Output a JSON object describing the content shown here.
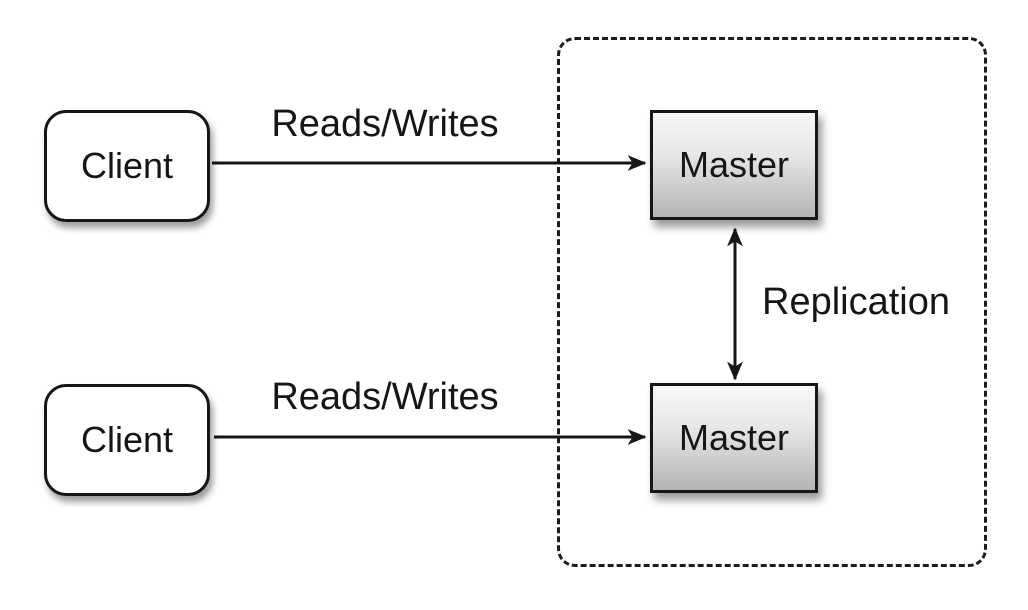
{
  "diagram": {
    "type": "architecture-diagram",
    "nodes": {
      "client_top": {
        "label": "Client"
      },
      "client_bottom": {
        "label": "Client"
      },
      "master_top": {
        "label": "Master"
      },
      "master_bottom": {
        "label": "Master"
      }
    },
    "edges": {
      "reads_writes_top": {
        "label": "Reads/Writes",
        "from": "client_top",
        "to": "master_top",
        "style": "arrow"
      },
      "reads_writes_bottom": {
        "label": "Reads/Writes",
        "from": "client_bottom",
        "to": "master_bottom",
        "style": "arrow"
      },
      "replication": {
        "label": "Replication",
        "from": "master_top",
        "to": "master_bottom",
        "style": "double-arrow"
      }
    },
    "groups": {
      "master_cluster": {
        "style": "dashed-rounded-border",
        "contains": [
          "master_top",
          "master_bottom"
        ]
      }
    },
    "colors": {
      "background": "#ffffff",
      "stroke": "#161616",
      "client_fill": "#ffffff",
      "master_fill_top": "#f7f7f7",
      "master_fill_bottom": "#b4b4b4"
    }
  }
}
